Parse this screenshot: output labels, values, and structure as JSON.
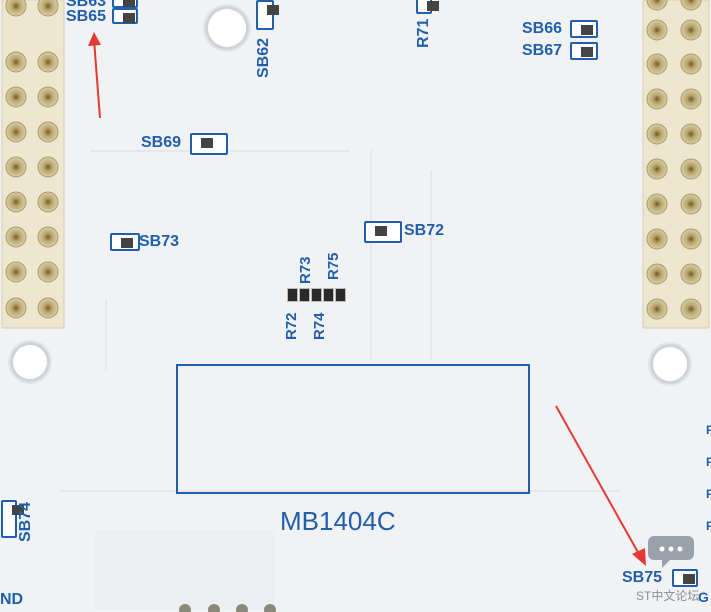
{
  "board": {
    "name": "MB1404C"
  },
  "labels": {
    "sb63": "SB63",
    "sb65": "SB65",
    "sb62": "SB62",
    "r71": "R71",
    "sb66": "SB66",
    "sb67": "SB67",
    "sb69": "SB69",
    "sb72": "SB72",
    "sb73": "SB73",
    "r73": "R73",
    "r75": "R75",
    "r72": "R72",
    "r74": "R74",
    "sb74": "SB74",
    "sb75": "SB75",
    "gnd": "ND",
    "g": "G"
  },
  "watermark": {
    "text": "ST中文论坛"
  },
  "colors": {
    "silkscreen": "#1f5fae",
    "arrow": "#e53935",
    "board": "#f1f2f4"
  }
}
